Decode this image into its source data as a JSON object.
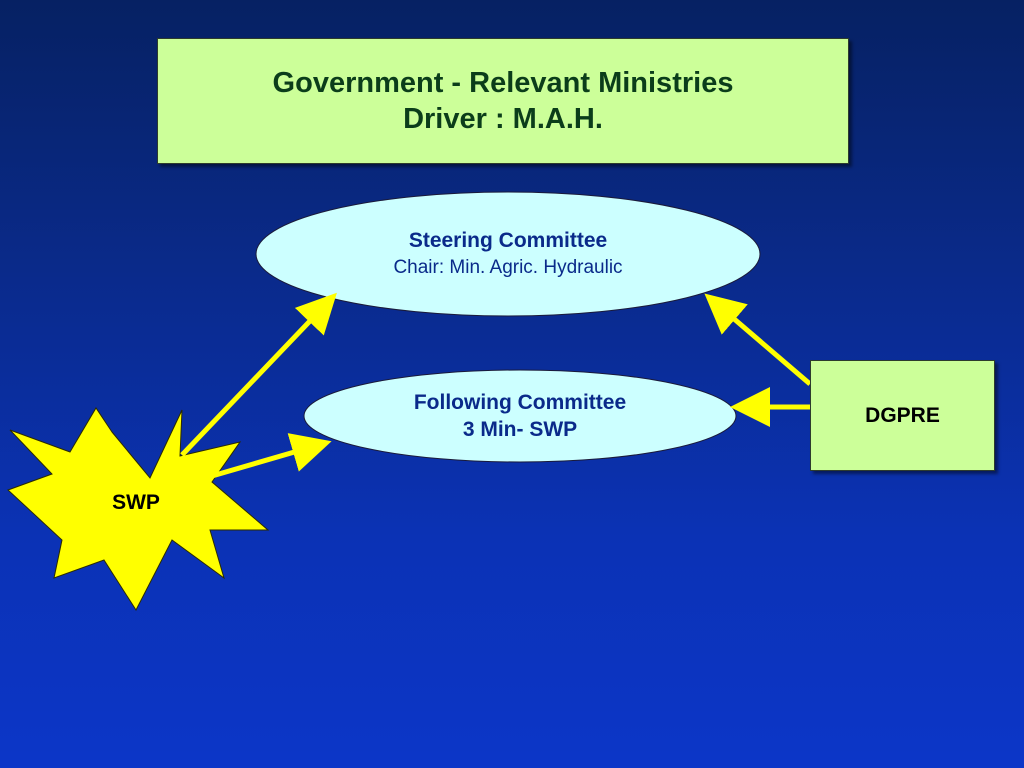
{
  "title_box": {
    "line1": "Government - Relevant Ministries",
    "line2": "Driver : M.A.H.",
    "fill": "#ccff99",
    "text_color": "#0b3d1a"
  },
  "steering_committee": {
    "title": "Steering Committee",
    "subtitle": "Chair: Min. Agric. Hydraulic",
    "fill": "#ccffff",
    "text_color": "#0a2a8a"
  },
  "following_committee": {
    "title": "Following Committee",
    "subtitle": "3 Min- SWP",
    "fill": "#ccffff",
    "text_color": "#0a2a8a"
  },
  "dgpre": {
    "label": "DGPRE",
    "fill": "#ccff99",
    "text_color": "#000000"
  },
  "swp": {
    "label": "SWP",
    "fill": "#ffff00",
    "text_color": "#000000"
  },
  "connectors": {
    "color": "#ffff00",
    "edges": [
      {
        "from": "swp",
        "to": "steering-committee"
      },
      {
        "from": "swp",
        "to": "following-committee"
      },
      {
        "from": "dgpre",
        "to": "steering-committee"
      },
      {
        "from": "dgpre",
        "to": "following-committee"
      }
    ]
  }
}
